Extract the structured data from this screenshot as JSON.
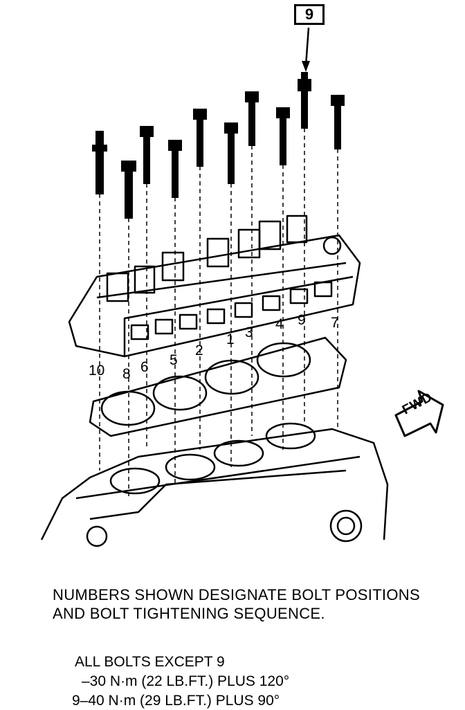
{
  "diagram": {
    "callout": "9",
    "fwd_label": "FWD",
    "bolt_numbers": {
      "n10": "10",
      "n8": "8",
      "n6": "6",
      "n5": "5",
      "n2": "2",
      "n1": "1",
      "n3": "3",
      "n4": "4",
      "n9": "9",
      "n7": "7"
    }
  },
  "caption": {
    "text": "NUMBERS SHOWN DESIGNATE BOLT POSITIONS AND BOLT TIGHTENING SEQUENCE."
  },
  "torque": {
    "line1": "ALL BOLTS EXCEPT 9",
    "line2": "–30 N·m (22 LB.FT.) PLUS  120°",
    "line3": "9–40 N·m (29 LB.FT.) PLUS 90°"
  }
}
